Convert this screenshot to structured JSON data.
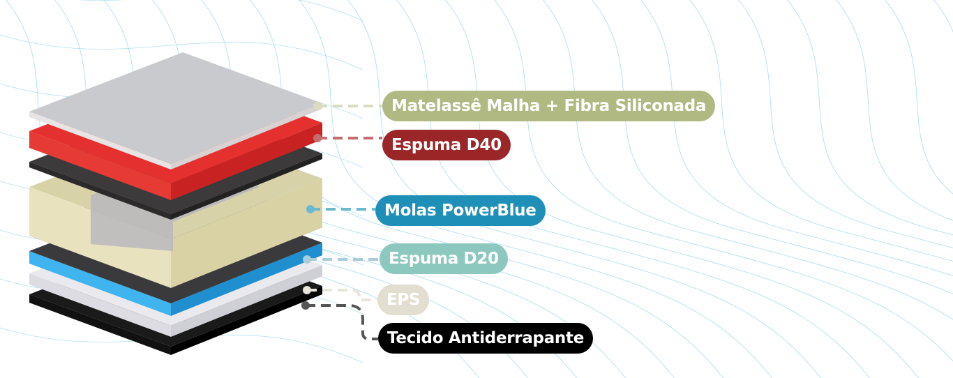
{
  "layers": [
    {
      "label": "Matelassê Malha + Fibra Siliconada",
      "color": "#b0b982",
      "dot": "#d9dcc0"
    },
    {
      "label": "Espuma D40",
      "color": "#9b2627",
      "dot": "#c56c6e"
    },
    {
      "label": "Molas PowerBlue",
      "color": "#1e90b8",
      "dot": "#6cb8cc"
    },
    {
      "label": "Espuma D20",
      "color": "#8cc8be",
      "dot": "#aacdd9"
    },
    {
      "label": "EPS",
      "color": "#e2dfd1",
      "dot": "#e8e6da"
    },
    {
      "label": "Tecido Antiderrapante",
      "color": "#000000",
      "dot": "#555555"
    }
  ],
  "background_line_color": "#8fd3f2"
}
